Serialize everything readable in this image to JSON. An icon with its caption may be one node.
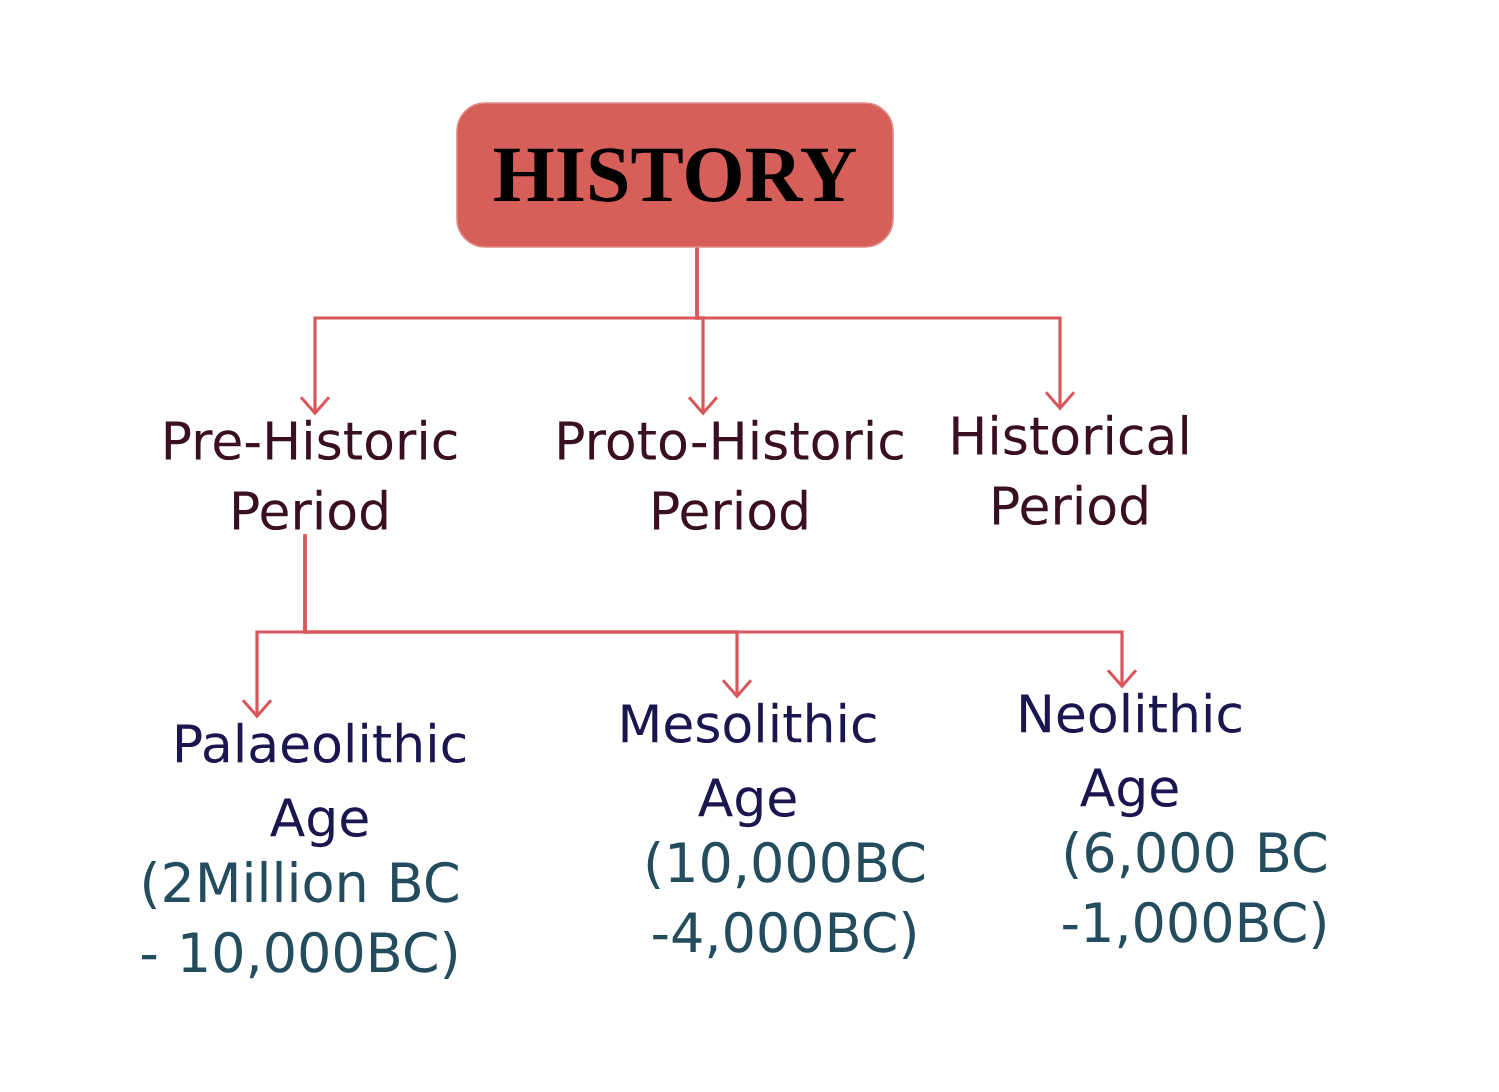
{
  "diagram": {
    "nodes": [
      {
        "text": [
          "HISTORY"
        ]
      },
      {
        "text": [
          "Pre-Historic Period"
        ]
      },
      {
        "text": [
          "Proto-Historic Period"
        ]
      },
      {
        "text": [
          "Historical Period"
        ]
      },
      {
        "text": [
          "Palaeolithic Age"
        ],
        "beside": [
          "(2Million BC - 10,000BC)"
        ]
      },
      {
        "text": [
          "Mesolithic Age"
        ],
        "beside": [
          "(10,000BC -4,000BC)"
        ]
      },
      {
        "text": [
          "Neolithic Age"
        ],
        "beside": [
          "(6,000 BC -1,000BC)"
        ]
      }
    ],
    "edges": [
      {
        "from": 0,
        "to": 1,
        "arrow": "to"
      },
      {
        "from": 0,
        "to": 2,
        "arrow": "to"
      },
      {
        "from": 0,
        "to": 3,
        "arrow": "to"
      },
      {
        "from": 1,
        "to": 4,
        "arrow": "to"
      },
      {
        "from": 1,
        "to": 5,
        "arrow": "to"
      },
      {
        "from": 1,
        "to": 6,
        "arrow": "to"
      }
    ]
  }
}
